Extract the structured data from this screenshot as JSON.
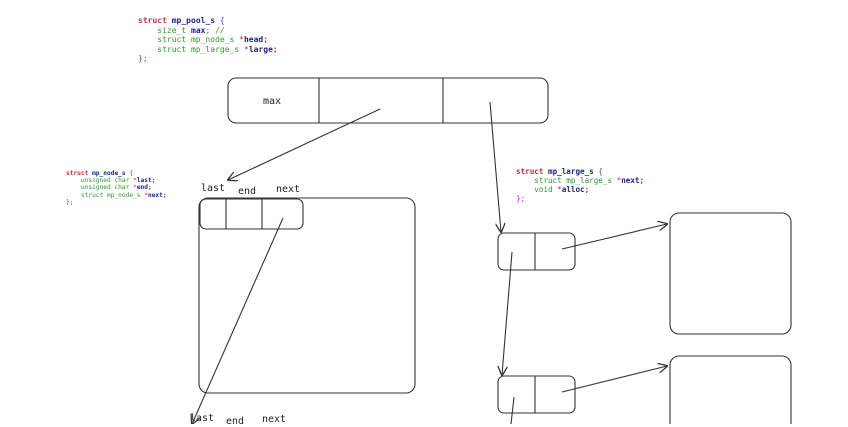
{
  "structs": {
    "pool": {
      "keyword": "struct",
      "name": "mp_pool_s",
      "open": "{",
      "close": "};",
      "fields": [
        {
          "type": "size_t",
          "ptr": "",
          "name": "max",
          "tail": "; //"
        },
        {
          "type": "struct mp_node_s",
          "ptr": "*",
          "name": "head",
          "tail": ";"
        },
        {
          "type": "struct mp_large_s",
          "ptr": "*",
          "name": "large",
          "tail": ";"
        }
      ]
    },
    "node": {
      "keyword": "struct",
      "name": "mp_node_s",
      "open": "{",
      "close": "};",
      "fields": [
        {
          "type": "unsigned char",
          "ptr": "*",
          "name": "last",
          "tail": ";"
        },
        {
          "type": "unsigned char",
          "ptr": "*",
          "name": "end",
          "tail": ";"
        },
        {
          "type": "struct mp_node_s",
          "ptr": "*",
          "name": "next",
          "tail": ";"
        }
      ]
    },
    "large": {
      "keyword": "struct",
      "name": "mp_large_s",
      "open": "{",
      "close": "};",
      "fields": [
        {
          "type": "struct mp_large_s",
          "ptr": "*",
          "name": "next",
          "tail": ";"
        },
        {
          "type": "void",
          "ptr": "*",
          "name": "alloc",
          "tail": ";"
        }
      ]
    }
  },
  "pool_box": {
    "cell_max": "max"
  },
  "node_labels": {
    "last": "last",
    "end": "end",
    "next": "next"
  },
  "node2_labels": {
    "last": "last",
    "end": "end",
    "next": "next"
  },
  "colors": {
    "keyword": "#d7263d",
    "name": "#1b1f8f",
    "punct": "#8a2be2",
    "type": "#2e9a2e",
    "stroke": "#333333"
  }
}
